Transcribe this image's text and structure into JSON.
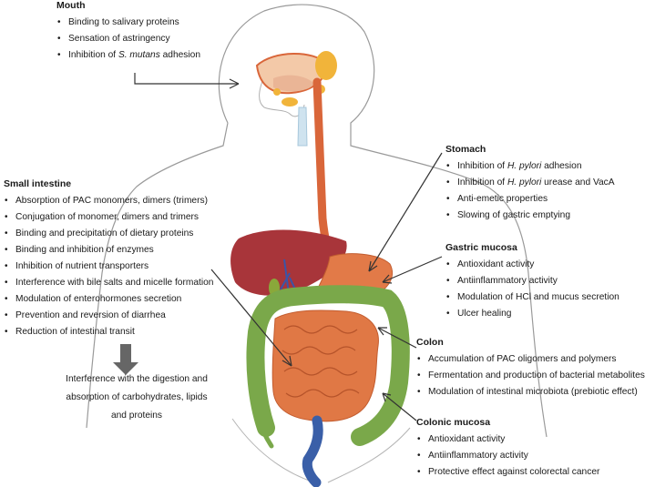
{
  "sections": {
    "mouth": {
      "title": "Mouth",
      "items": [
        "Binding to salivary proteins",
        "Sensation of astringency"
      ],
      "item3_pre": "Inhibition of ",
      "item3_italic": "S. mutans",
      "item3_post": " adhesion"
    },
    "stomach": {
      "title": "Stomach",
      "item1_pre": "Inhibition of ",
      "item1_italic": "H. pylori",
      "item1_post": " adhesion",
      "item2_pre": "Inhibition of ",
      "item2_italic": "H. pylori",
      "item2_post": " urease and VacA",
      "items": [
        "Anti-emetic properties",
        "Slowing of gastric emptying"
      ]
    },
    "gastric_mucosa": {
      "title": "Gastric mucosa",
      "items": [
        "Antioxidant activity",
        "Antiinflammatory activity",
        "Modulation of HCl and mucus secretion",
        "Ulcer healing"
      ]
    },
    "small_intestine": {
      "title": "Small intestine",
      "items": [
        "Absorption of PAC monomers, dimers (trimers)",
        "Conjugation of monomer, dimers and trimers",
        "Binding and precipitation of dietary proteins",
        "Binding and inhibition of enzymes",
        "Inhibition of nutrient transporters",
        "Interference with bile salts and micelle formation",
        "Modulation of enterohormones secretion",
        "Prevention and reversion of diarrhea",
        "Reduction of intestinal transit"
      ],
      "conclusion": [
        "Interference with the digestion and",
        "absorption of carbohydrates, lipids",
        "and proteins"
      ]
    },
    "colon": {
      "title": "Colon",
      "items": [
        "Accumulation of PAC oligomers and polymers",
        "Fermentation and production of bacterial metabolites",
        "Modulation of intestinal microbiota (prebiotic effect)"
      ]
    },
    "colonic_mucosa": {
      "title": "Colonic mucosa",
      "items": [
        " Antioxidant activity",
        "Antiinflammatory activity",
        "Protective effect against colorectal cancer"
      ]
    }
  },
  "colors": {
    "esophagus": "#d9663a",
    "liver": "#a8353a",
    "intestine": "#e07845",
    "colon": "#7aa84a",
    "gland": "#f1b43a",
    "arrow_gray": "#666666",
    "outline": "#9a9a9a"
  }
}
